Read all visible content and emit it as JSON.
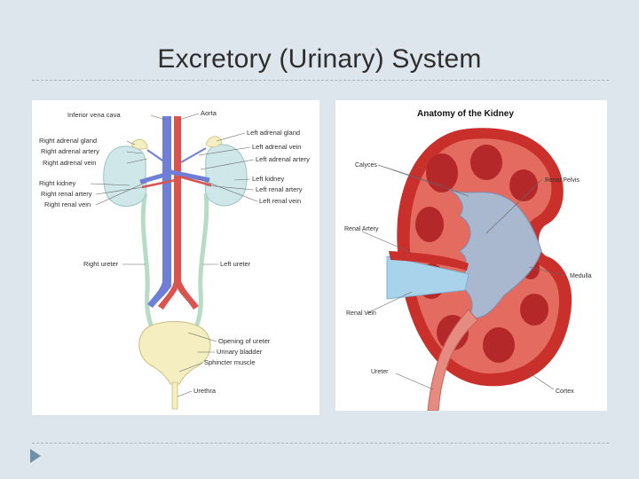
{
  "slide": {
    "title": "Excretory (Urinary) System"
  },
  "urinary_diagram": {
    "labels": {
      "ivc": "Inferior vena cava",
      "aorta": "Aorta",
      "right_adrenal_gland": "Right adrenal gland",
      "right_adrenal_artery": "Right adrenal artery",
      "right_adrenal_vein": "Right adrenal vein",
      "right_kidney": "Right kidney",
      "right_renal_artery": "Right renal artery",
      "right_renal_vein": "Right renal vein",
      "left_adrenal_gland": "Left adrenal gland",
      "left_adrenal_vein": "Left adrenal vein",
      "left_adrenal_artery": "Left adrenal artery",
      "left_kidney": "Left kidney",
      "left_renal_artery": "Left renal artery",
      "left_renal_vein": "Left renal vein",
      "right_ureter": "Right ureter",
      "left_ureter": "Left ureter",
      "opening_of_ureter": "Opening of ureter",
      "urinary_bladder": "Urinary bladder",
      "sphincter_muscle": "Sphincter muscle",
      "urethra": "Urethra"
    }
  },
  "kidney_diagram": {
    "heading": "Anatomy of the Kidney",
    "labels": {
      "calyces": "Calyces",
      "renal_pelvis": "Renal Pelvis",
      "renal_artery": "Renal Artery",
      "medulla": "Medulla",
      "renal_vein": "Renal Vein",
      "ureter": "Ureter",
      "cortex": "Cortex"
    }
  },
  "colors": {
    "background": "#dde6ec",
    "vein_blue": "#6f7fd8",
    "artery_red": "#d9534f",
    "kidney_light": "#cfe7e8",
    "bladder_yellow": "#f4eec0",
    "kidney_red": "#c9302c",
    "bullet": "#6d8fa8"
  }
}
